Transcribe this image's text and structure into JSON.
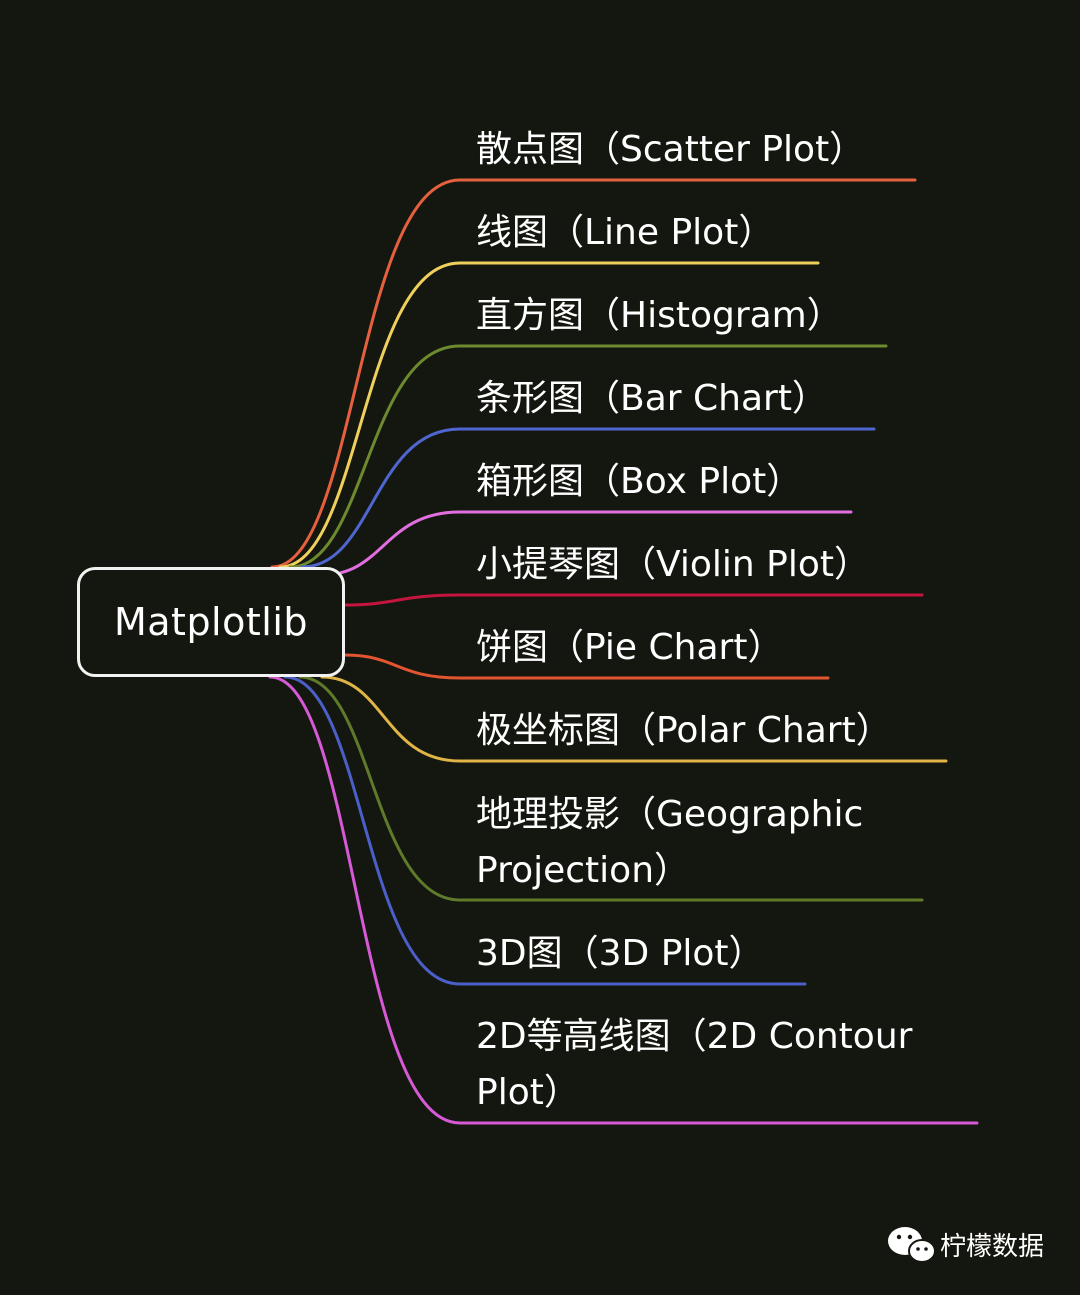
{
  "root": {
    "label": "Matplotlib"
  },
  "branches": [
    {
      "label": "散点图（Scatter Plot）",
      "color": "#e5603f"
    },
    {
      "label": "线图（Line Plot）",
      "color": "#f0d05c"
    },
    {
      "label": "直方图（Histogram）",
      "color": "#6d8a2e"
    },
    {
      "label": "条形图（Bar Chart）",
      "color": "#4f66d1"
    },
    {
      "label": "箱形图（Box Plot）",
      "color": "#e16fe0"
    },
    {
      "label": "小提琴图（Violin Plot）",
      "color": "#c3153d"
    },
    {
      "label": "饼图（Pie Chart）",
      "color": "#e25531"
    },
    {
      "label": "极坐标图（Polar Chart）",
      "color": "#e0b447"
    },
    {
      "label_line1": "地理投影（Geographic",
      "label_line2": "Projection）",
      "color": "#5f7a2a"
    },
    {
      "label": "3D图（3D Plot）",
      "color": "#4c5fc8"
    },
    {
      "label_line1": "2D等高线图（2D Contour",
      "label_line2": "Plot）",
      "color": "#d65ad6"
    }
  ],
  "watermark": {
    "icon": "wechat-icon",
    "text": "柠檬数据"
  }
}
